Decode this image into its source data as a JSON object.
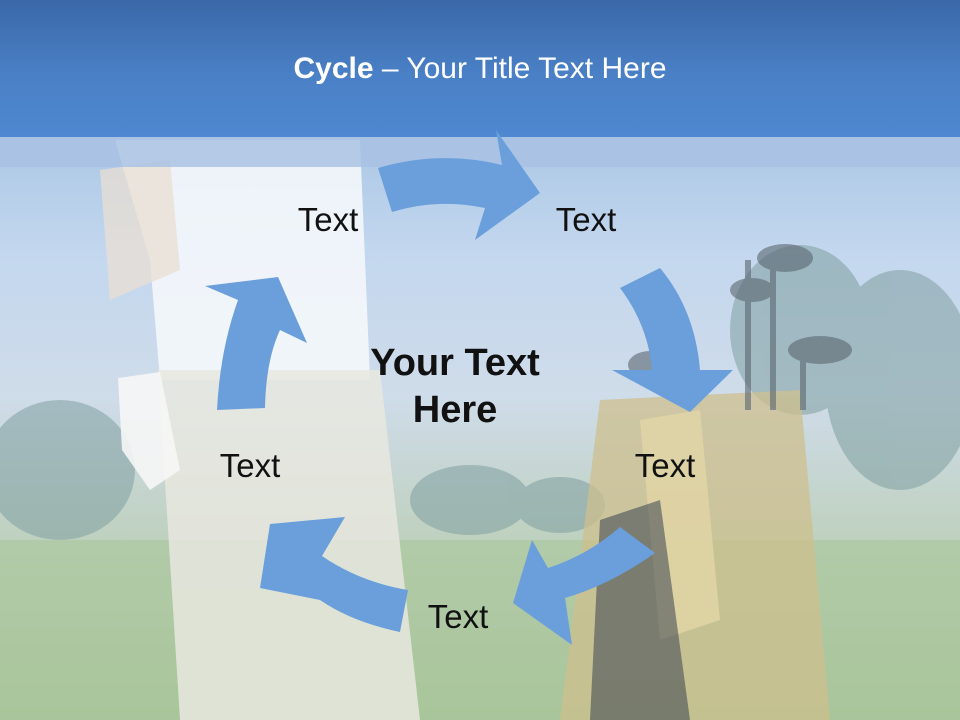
{
  "slide": {
    "title_bold": "Cycle",
    "title_rest": " – Your Title Text Here",
    "center_text_line1": "Your Text",
    "center_text_line2": "Here"
  },
  "diagram": {
    "type": "cycle",
    "arrow_color": "#6a9fdc",
    "nodes": [
      {
        "label": "Text"
      },
      {
        "label": "Text"
      },
      {
        "label": "Text"
      },
      {
        "label": "Text"
      },
      {
        "label": "Text"
      }
    ]
  },
  "colors": {
    "title_bar": "#4a80c6",
    "title_text": "#ffffff"
  },
  "background": {
    "photo": "golfer-with-golf-bag"
  }
}
